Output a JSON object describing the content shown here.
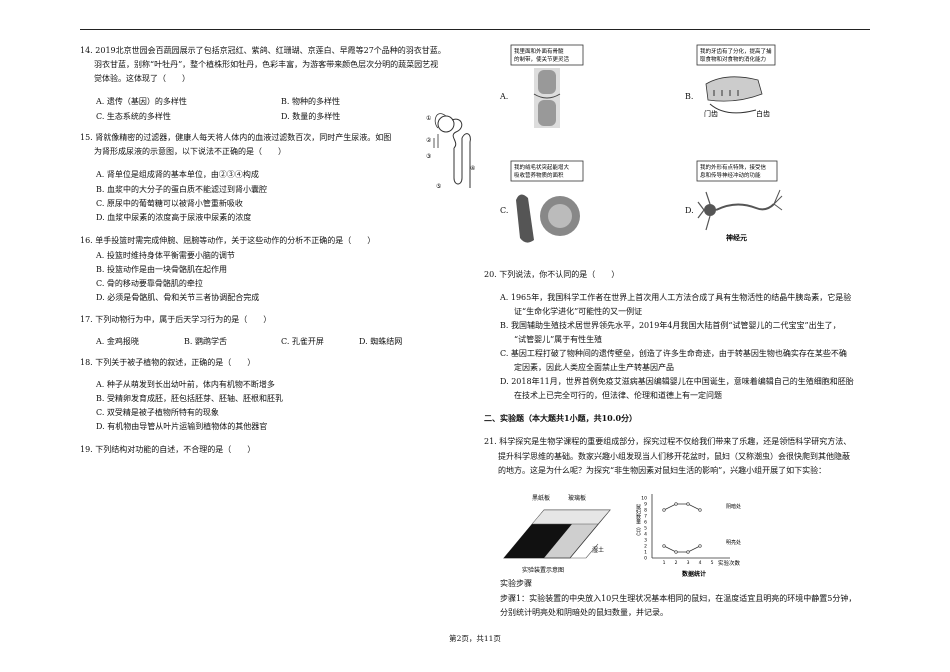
{
  "q14": {
    "lines": [
      "14. 2019北京世园会百蔬园展示了包括京冠红、紫鸽、红珊瑚、京莲白、早霞等27个品种的羽衣甘蓝。",
      "羽衣甘蓝，别称“叶牡丹”，整个植株形如牡丹，色彩丰富，为游客带来颜色层次分明的蔬菜园艺视",
      "觉体验。这体现了（　　）"
    ],
    "options": [
      "A. 遗传（基因）的多样性",
      "B. 物种的多样性",
      "C. 生态系统的多样性",
      "D. 数量的多样性"
    ]
  },
  "q15": {
    "lines": [
      "15. 肾就像精密的过滤器，健康人每天将人体内的血液过滤数百次，同时产生尿液。如图",
      "为肾形成尿液的示意图，以下说法不正确的是（　　）"
    ],
    "options": [
      "A. 肾单位是组成肾的基本单位，由②③④构成",
      "B. 血浆中的大分子的蛋白质不能滤过到肾小囊腔",
      "C. 原尿中的葡萄糖可以被肾小管重新吸收",
      "D. 血浆中尿素的浓度高于尿液中尿素的浓度"
    ],
    "fig_labels": [
      "①",
      "②",
      "③",
      "④",
      "⑤"
    ]
  },
  "q16": {
    "lines": [
      "16. 单手投篮时需完成伸腕、屈腕等动作，关于这些动作的分析不正确的是（　　）"
    ],
    "options": [
      "A. 投篮时维持身体平衡需要小脑的调节",
      "B. 投篮动作是由一块骨骼肌在起作用",
      "C. 骨的移动要靠骨骼肌的牵拉",
      "D. 必须是骨骼肌、骨和关节三者协调配合完成"
    ]
  },
  "q17": {
    "lines": [
      "17. 下列动物行为中，属于后天学习行为的是（　　）"
    ],
    "options": [
      "A. 金鸡报晓",
      "B. 鹦鹉学舌",
      "C. 孔雀开屏",
      "D. 蜘蛛结网"
    ]
  },
  "q18": {
    "lines": [
      "18. 下列关于被子植物的叙述，正确的是（　　）"
    ],
    "options": [
      "A. 种子从萌发到长出幼叶前，体内有机物不断增多",
      "B. 受精卵发育成胚，胚包括胚芽、胚轴、胚根和胚乳",
      "C. 双受精是被子植物所特有的现象",
      "D. 有机物由导管从叶片运输到植物体的其他器官"
    ]
  },
  "q19": {
    "lines": [
      "19. 下列结构对功能的自述，不合理的是（　　）"
    ],
    "option_labels": [
      "A.",
      "B.",
      "C.",
      "D."
    ],
    "captions": {
      "a": [
        "我里面和外面有骨髓",
        "的制带，使关节更灵活"
      ],
      "b": [
        "我的牙齿有了分化，提高了捕",
        "取食物和对食物的消化能力"
      ],
      "c": [
        "我的绒毛状突起能增大",
        "吸收营养物质的面积"
      ],
      "d": [
        "我的外形有点特殊，接受信",
        "息和传导神经冲动的功能"
      ]
    },
    "b_labels": [
      "门齿",
      "白齿"
    ],
    "d_label": "神经元"
  },
  "q20": {
    "lines": [
      "20. 下列说法，你不认同的是（　　）"
    ],
    "options": [
      [
        "A. 1965年，我国科学工作者在世界上首次用人工方法合成了具有生物活性的结晶牛胰岛素，它是验",
        "证“生命化学进化”可能性的又一例证"
      ],
      [
        "B. 我国辅助生殖技术居世界领先水平，2019年4月我国大陆首例“试管婴儿的二代宝宝”出生了，",
        "“试管婴儿”属于有性生殖"
      ],
      [
        "C. 基因工程打破了物种间的遗传壁垒，创造了许多生命奇迹，由于转基因生物也确实存在某些不确",
        "定因素，因此人类应全面禁止生产转基因产品"
      ],
      [
        "D. 2018年11月，世界首例免疫艾滋病基因编辑婴儿在中国诞生，意味着编辑自己的生殖细胞和胚胎",
        "在技术上已完全可行的，但法律、伦理和道德上有一定问题"
      ]
    ]
  },
  "section2": {
    "title": "二、实验题（本大题共1小题，共10.0分）"
  },
  "q21": {
    "lines": [
      "21. 科学探究是生物学课程的重要组成部分，探究过程不仅给我们带来了乐趣，还是领悟科学研究方法、",
      "提升科学思维的基础。数家兴趣小组发现当人们移开花盆时，鼠妇（又称潮虫）会很快爬到其他隐蔽",
      "的地方。这是为什么呢？为探究“非生物因素对鼠妇生活的影响”，兴趣小组开展了如下实验："
    ],
    "apparatus": {
      "label_black": "黑纸板",
      "label_glass": "玻璃板",
      "label_soil": "湿土",
      "caption": "实验装置示意图"
    },
    "graph": {
      "ylabel": "鼠妇数量（只）",
      "xlabel": "实验次数",
      "caption": "数据统计",
      "line_dark": "阴暗处",
      "line_bright": "明亮处"
    },
    "steps_title": "实验步骤",
    "step1": [
      "步骤1：实验装置的中央放入10只生理状况基本相同的鼠妇，在温度适宜且明亮的环境中静置5分钟，",
      "分别统计明亮处和阴暗处的鼠妇数量，并记录。"
    ]
  },
  "chart_data": {
    "type": "line",
    "x": [
      1,
      2,
      3,
      4,
      5
    ],
    "xlabel": "实验次数",
    "ylabel": "鼠妇数量（只）",
    "ylim": [
      0,
      10
    ],
    "yticks": [
      0,
      1,
      2,
      3,
      4,
      5,
      6,
      7,
      8,
      9,
      10
    ],
    "series": [
      {
        "name": "阴暗处",
        "values": [
          8,
          9,
          9,
          8,
          null
        ]
      },
      {
        "name": "明亮处",
        "values": [
          2,
          1,
          1,
          2,
          null
        ]
      }
    ]
  },
  "footer": "第2页，共11页"
}
